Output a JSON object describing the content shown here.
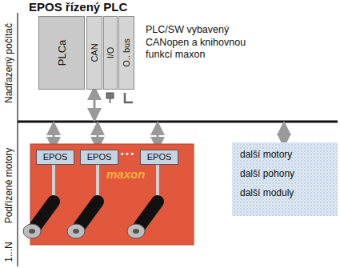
{
  "diagram": {
    "title": "EPOS řízený PLC",
    "nodes": [
      {
        "text": [
          "PLCa"
        ]
      },
      {
        "text": [
          "CAN"
        ]
      },
      {
        "text": [
          "I/O"
        ]
      },
      {
        "text": [
          "O.. bus"
        ]
      },
      {
        "text": [
          "maxon"
        ]
      },
      {
        "text": [
          "EPOS"
        ],
        "in": 4
      },
      {
        "text": [
          "EPOS"
        ],
        "in": 4
      },
      {
        "text": [
          "EPOS"
        ],
        "in": 4
      },
      {
        "text": [
          "další motory",
          "další pohony",
          "další moduly"
        ]
      }
    ],
    "labels": [
      "Nadřazený počítač",
      "PLC/SW vybavený CANopen a knihovnou funkcí maxon",
      "1...N",
      "Podřízené motory",
      "• • •"
    ]
  }
}
